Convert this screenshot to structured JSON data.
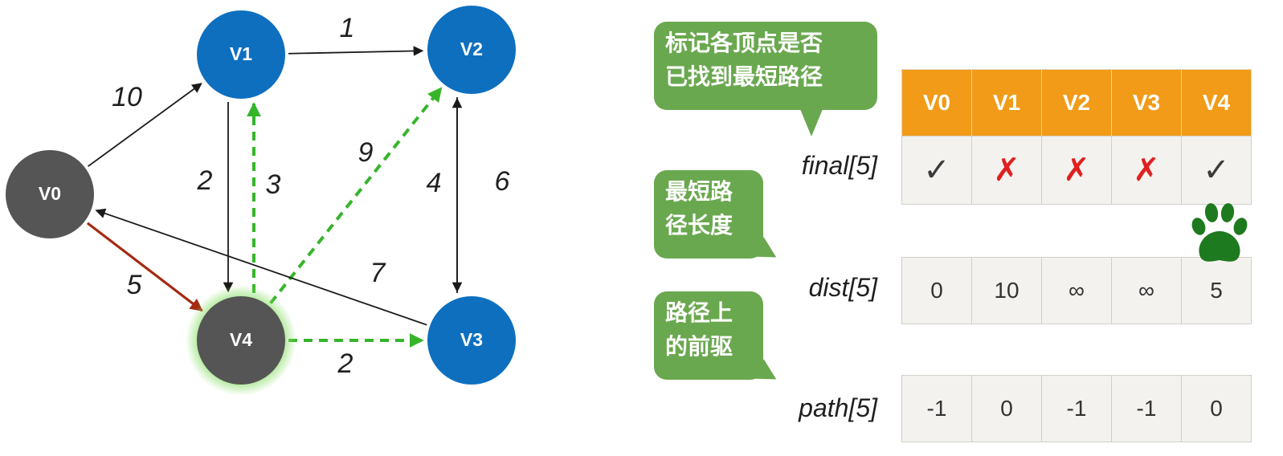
{
  "graph": {
    "nodes": [
      {
        "id": "V0",
        "label": "V0",
        "color": "#555555"
      },
      {
        "id": "V1",
        "label": "V1",
        "color": "#0e6fbf"
      },
      {
        "id": "V2",
        "label": "V2",
        "color": "#0e6fbf"
      },
      {
        "id": "V3",
        "label": "V3",
        "color": "#0e6fbf"
      },
      {
        "id": "V4",
        "label": "V4",
        "color": "#555555"
      }
    ],
    "edges": [
      {
        "from": "V0",
        "to": "V1",
        "weight": "10",
        "style": "normal"
      },
      {
        "from": "V1",
        "to": "V2",
        "weight": "1",
        "style": "normal"
      },
      {
        "from": "V1",
        "to": "V4",
        "weight": "2",
        "style": "normal"
      },
      {
        "from": "V4",
        "to": "V1",
        "weight": "3",
        "style": "candidate"
      },
      {
        "from": "V4",
        "to": "V2",
        "weight": "9",
        "style": "candidate"
      },
      {
        "from": "V2",
        "to": "V3",
        "weight": "4",
        "style": "normal"
      },
      {
        "from": "V3",
        "to": "V2",
        "weight": "6",
        "style": "normal"
      },
      {
        "from": "V3",
        "to": "V0",
        "weight": "7",
        "style": "normal"
      },
      {
        "from": "V0",
        "to": "V4",
        "weight": "5",
        "style": "chosen"
      },
      {
        "from": "V4",
        "to": "V3",
        "weight": "2",
        "style": "candidate"
      }
    ]
  },
  "colors": {
    "normal_edge": "#1a1a1a",
    "chosen_edge": "#a52a12",
    "candidate_edge": "#36b52a",
    "table_header": "#f29b18",
    "bubble": "#6aa84f",
    "cross": "#e02020",
    "paw": "#1e7a1e"
  },
  "callouts": {
    "final": {
      "line1": "标记各顶点是否",
      "line2": "已找到最短路径"
    },
    "dist": {
      "line1": "最短路",
      "line2": "径长度"
    },
    "path": {
      "line1": "路径上",
      "line2": "的前驱"
    }
  },
  "table": {
    "headers": [
      "V0",
      "V1",
      "V2",
      "V3",
      "V4"
    ],
    "rows": [
      {
        "label": "final[5]",
        "values": [
          "✓",
          "✗",
          "✗",
          "✗",
          "✓"
        ]
      },
      {
        "label": "dist[5]",
        "values": [
          "0",
          "10",
          "∞",
          "∞",
          "5"
        ]
      },
      {
        "label": "path[5]",
        "values": [
          "-1",
          "0",
          "-1",
          "-1",
          "0"
        ]
      }
    ]
  },
  "icons": {
    "paw": "paw-print-icon"
  }
}
